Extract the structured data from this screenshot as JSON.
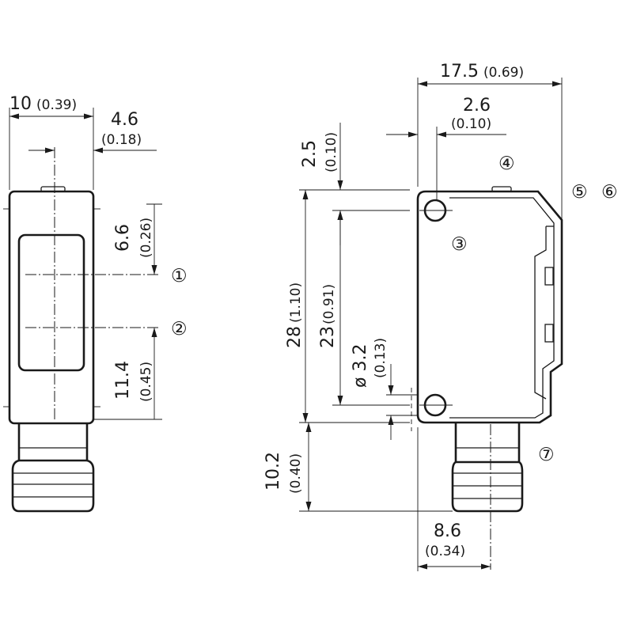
{
  "dimensions": {
    "width_10": "10",
    "width_10_in": "(0.39)",
    "offset_4_6": "4.6",
    "offset_4_6_in": "(0.18)",
    "height_6_6": "6.6",
    "height_6_6_in": "(0.26)",
    "height_11_4": "11.4",
    "height_11_4_in": "(0.45)",
    "width_17_5": "17.5",
    "width_17_5_in": "(0.69)",
    "width_2_6": "2.6",
    "width_2_6_in": "(0.10)",
    "height_2_5": "2.5",
    "height_2_5_in": "(0.10)",
    "height_28": "28",
    "height_28_in": "(1.10)",
    "height_23": "23",
    "height_23_in": "(0.91)",
    "diameter_3_2": "ø 3.2",
    "diameter_3_2_in": "(0.13)",
    "height_10_2": "10.2",
    "height_10_2_in": "(0.40)",
    "width_8_6": "8.6",
    "width_8_6_in": "(0.34)"
  },
  "callouts": {
    "c1": "①",
    "c2": "②",
    "c3": "③",
    "c4": "④",
    "c5": "⑤",
    "c6": "⑥",
    "c7": "⑦"
  }
}
